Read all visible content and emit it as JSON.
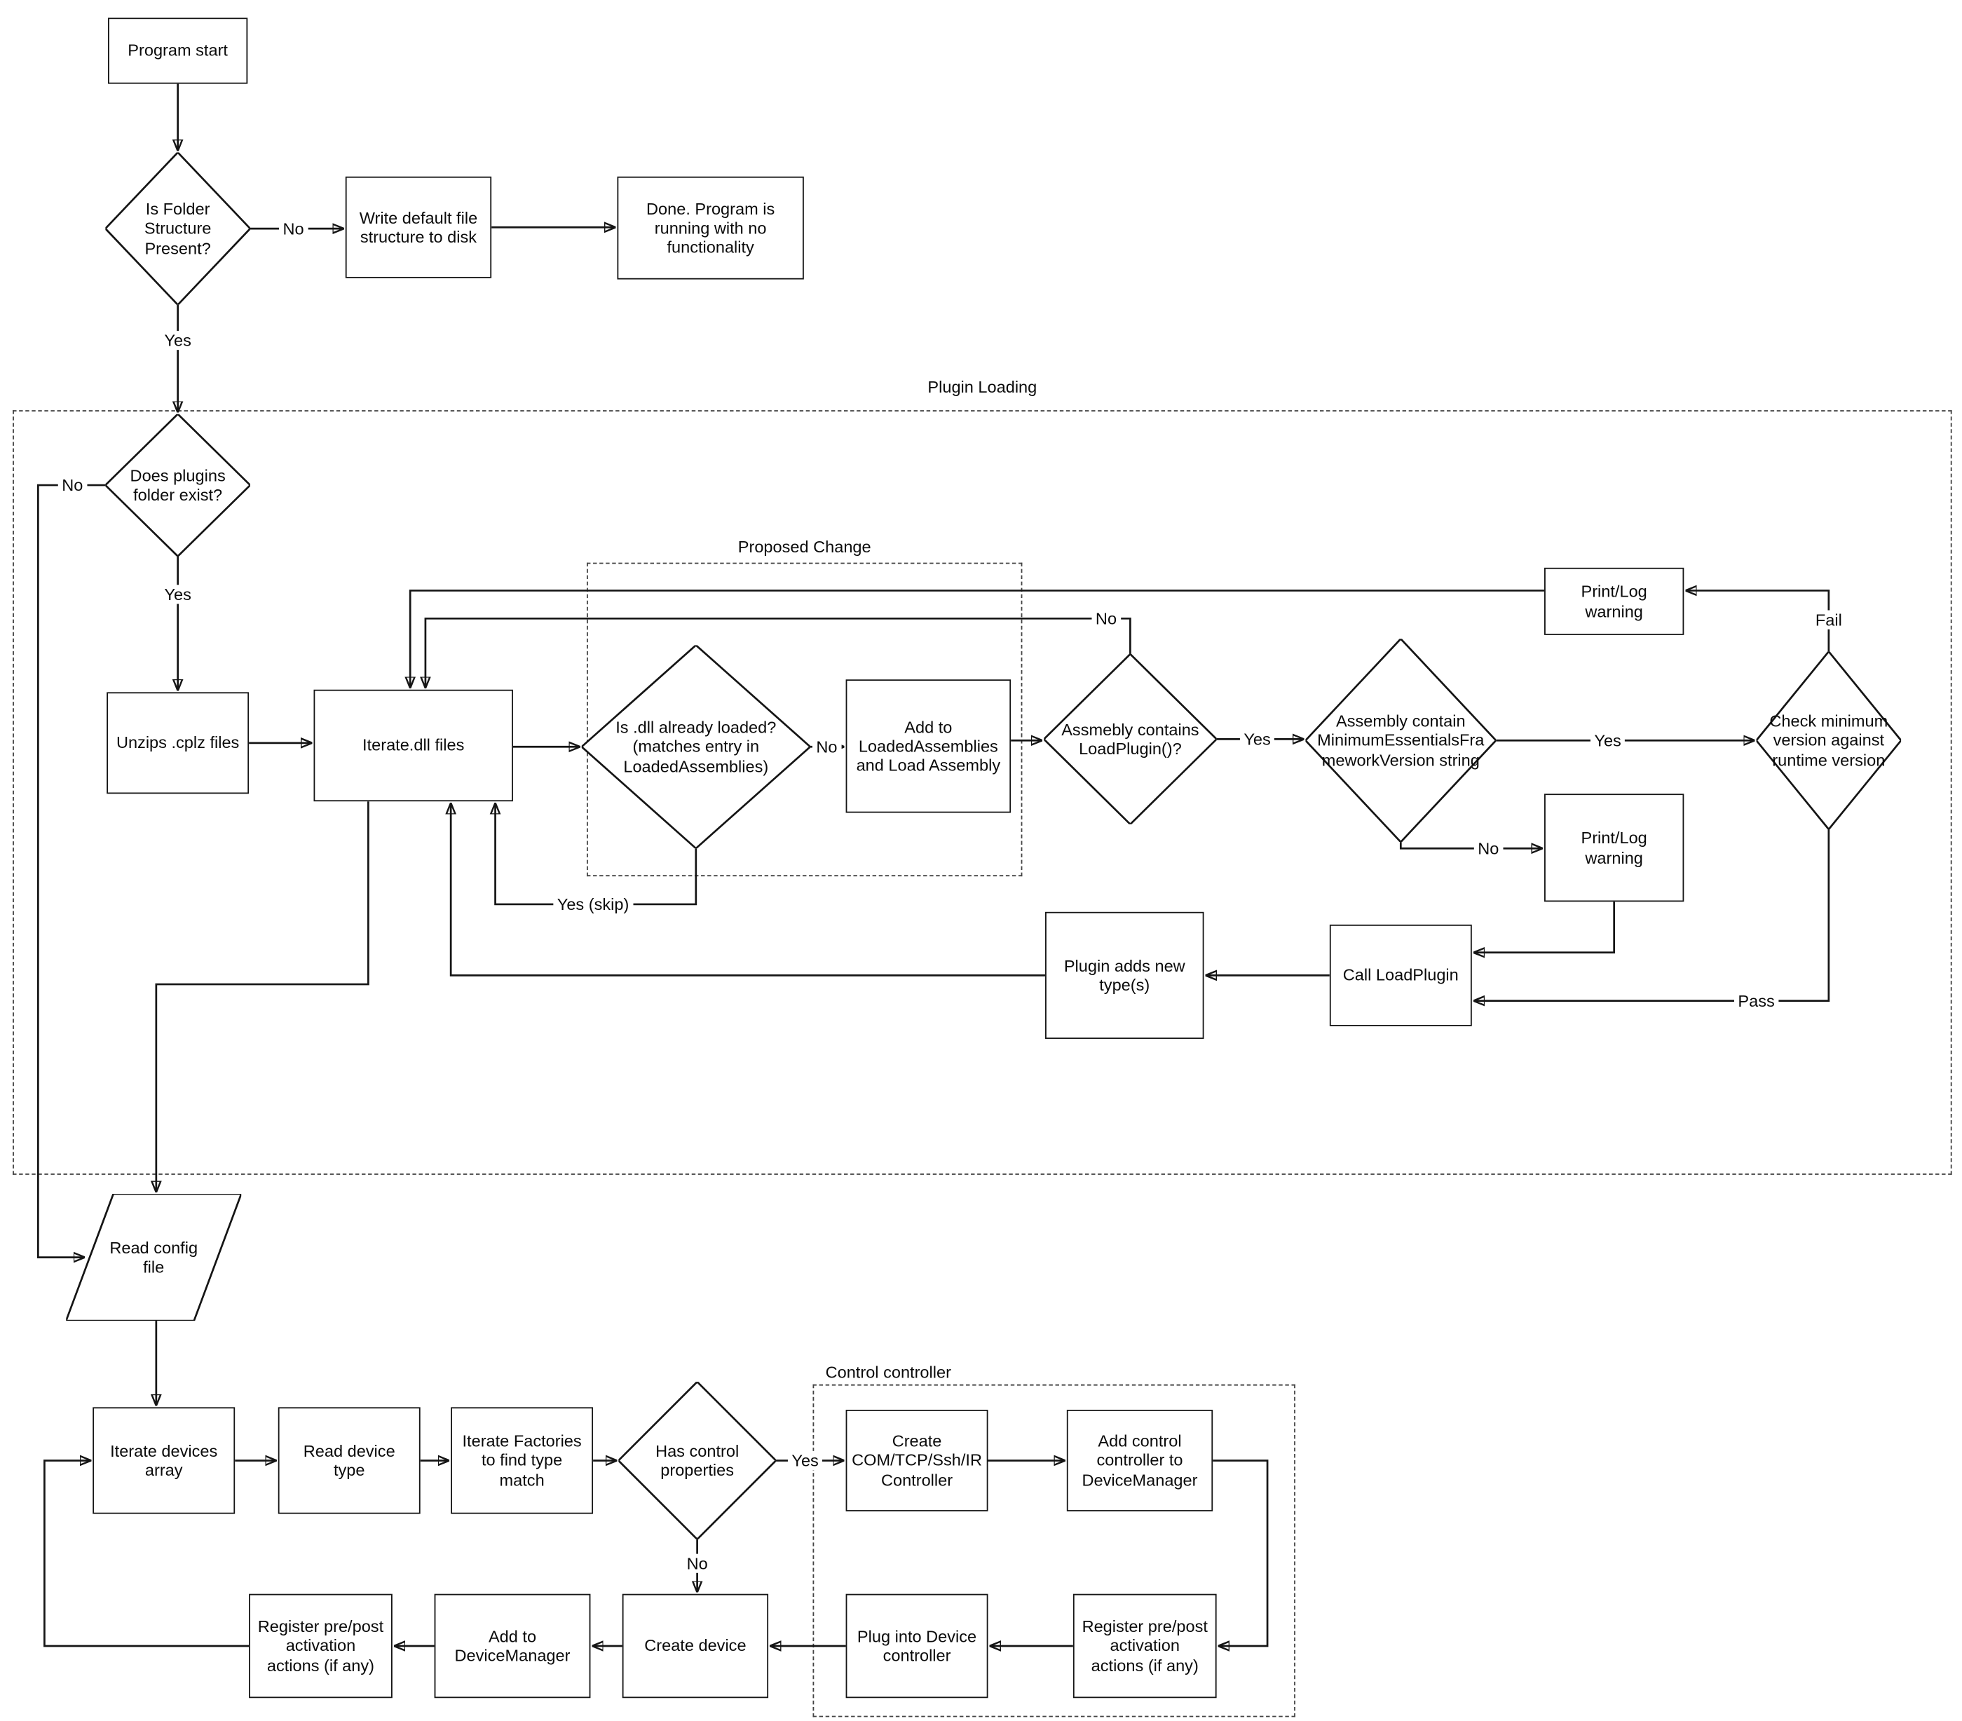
{
  "diagram": {
    "containers": {
      "plugin_loading": {
        "label": "Plugin Loading"
      },
      "proposed_change": {
        "label": "Proposed Change"
      },
      "control_controller": {
        "label": "Control controller"
      }
    },
    "nodes": {
      "program_start": {
        "label": "Program start",
        "type": "process"
      },
      "folder_structure": {
        "label": "Is Folder Structure Present?",
        "type": "decision"
      },
      "write_default": {
        "label": "Write default file structure to disk",
        "type": "process"
      },
      "done": {
        "label": "Done.  Program is running with no functionality",
        "type": "process"
      },
      "plugins_folder": {
        "label": "Does plugins folder exist?",
        "type": "decision"
      },
      "unzips": {
        "label": "Unzips .cplz files",
        "type": "process"
      },
      "iterate_dll": {
        "label": "Iterate.dll files",
        "type": "process"
      },
      "dll_loaded": {
        "label": "Is .dll already loaded? (matches entry in LoadedAssemblies)",
        "type": "decision"
      },
      "add_loaded": {
        "label": "Add to LoadedAssemblies and Load Assembly",
        "type": "process"
      },
      "assembly_loadplugin": {
        "label": "Assmebly contains LoadPlugin()?",
        "type": "decision"
      },
      "min_version": {
        "label": "Assembly contain MinimumEssentialsFrameworkVersion string",
        "type": "decision"
      },
      "check_min": {
        "label": "Check minimum version against runtime version",
        "type": "decision"
      },
      "printlog_top": {
        "label": "Print/Log warning",
        "type": "process"
      },
      "printlog_bottom": {
        "label": "Print/Log warning",
        "type": "process"
      },
      "call_loadplugin": {
        "label": "Call LoadPlugin",
        "type": "process"
      },
      "plugin_adds": {
        "label": "Plugin adds new type(s)",
        "type": "process"
      },
      "read_config": {
        "label": "Read config file",
        "type": "io"
      },
      "iterate_devices": {
        "label": "Iterate devices array",
        "type": "process"
      },
      "read_device_type": {
        "label": "Read device type",
        "type": "process"
      },
      "iterate_factories": {
        "label": "Iterate Factories to find type match",
        "type": "process"
      },
      "has_control": {
        "label": "Has control properties",
        "type": "decision"
      },
      "create_com": {
        "label": "Create COM/TCP/Ssh/IR Controller",
        "type": "process"
      },
      "add_control": {
        "label": "Add control controller to DeviceManager",
        "type": "process"
      },
      "register_right": {
        "label": "Register pre/post activation actions (if any)",
        "type": "process"
      },
      "plug_into": {
        "label": "Plug into Device controller",
        "type": "process"
      },
      "create_device": {
        "label": "Create device",
        "type": "process"
      },
      "add_to_dm": {
        "label": "Add to DeviceManager",
        "type": "process"
      },
      "register_left": {
        "label": "Register pre/post activation actions (if any)",
        "type": "process"
      }
    },
    "edge_labels": {
      "no_folder": "No",
      "yes_folder": "Yes",
      "no_plugins": "No",
      "yes_plugins": "Yes",
      "no_dll": "No",
      "no_loadplugin": "No",
      "yes_loadplugin": "Yes",
      "yes_minver": "Yes",
      "fail": "Fail",
      "no_minver": "No",
      "pass": "Pass",
      "yes_skip": "Yes (skip)",
      "yes_control": "Yes",
      "no_control": "No"
    },
    "colors": {
      "line": "#151515",
      "background": "#ffffff",
      "dashed_border": "#444444"
    }
  }
}
